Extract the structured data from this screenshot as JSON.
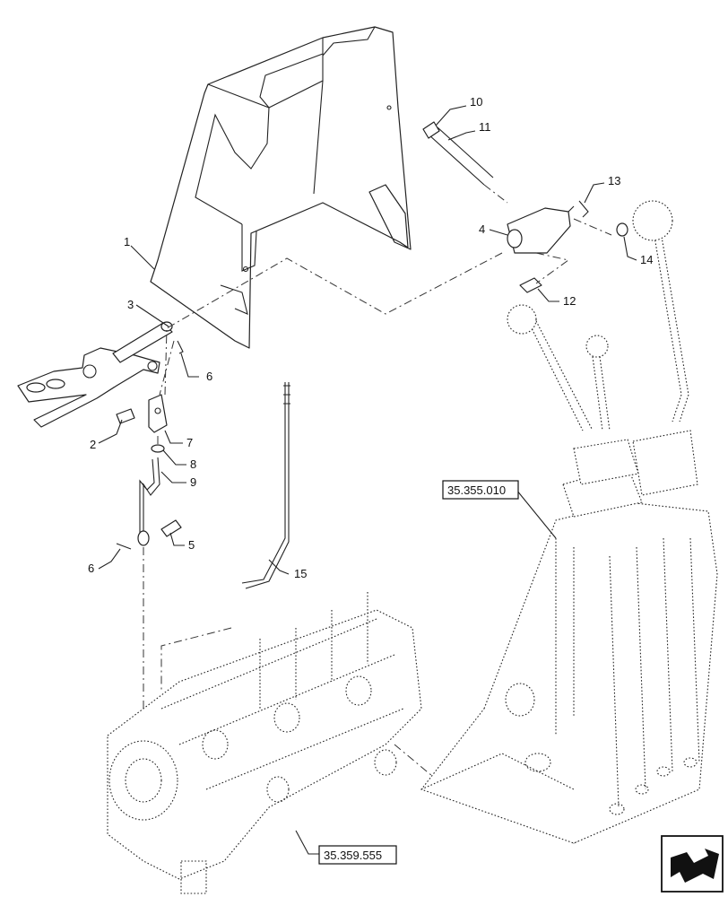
{
  "callouts": [
    "1",
    "2",
    "3",
    "4",
    "5",
    "6",
    "6",
    "7",
    "8",
    "9",
    "10",
    "11",
    "12",
    "13",
    "14",
    "15"
  ],
  "refs": [
    "35.355.010",
    "35.359.555"
  ],
  "nav_icon": "next-page-arrow-icon"
}
